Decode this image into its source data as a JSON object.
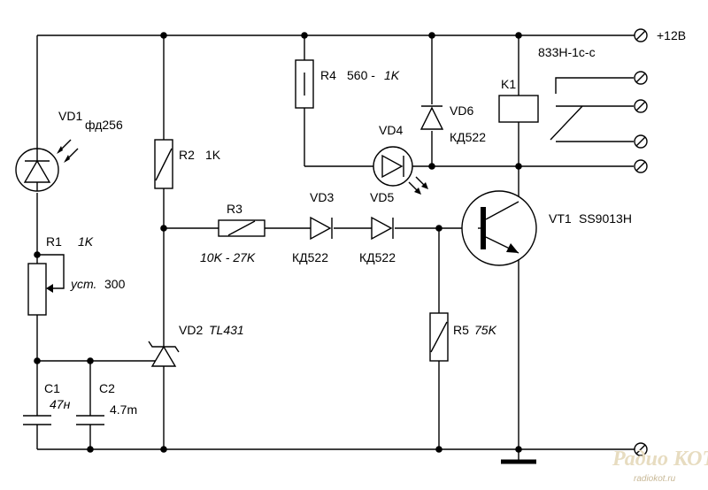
{
  "components": {
    "vd1": {
      "ref": "VD1",
      "value": "фд256"
    },
    "r1": {
      "ref": "R1",
      "value": "1K",
      "setting_prefix": "уст.",
      "setting_value": "300"
    },
    "c1": {
      "ref": "C1",
      "value": "47н"
    },
    "c2": {
      "ref": "C2",
      "value": "4.7m"
    },
    "r2": {
      "ref": "R2",
      "value": "1K"
    },
    "vd2": {
      "ref": "VD2",
      "value": "TL431"
    },
    "r3": {
      "ref": "R3",
      "value": "10K  -  27K"
    },
    "vd3": {
      "ref": "VD3",
      "value": "КД522"
    },
    "vd5": {
      "ref": "VD5",
      "value": "КД522"
    },
    "r4": {
      "ref": "R4",
      "value_a": "560 -",
      "value_b": "1K"
    },
    "vd4": {
      "ref": "VD4"
    },
    "vd6": {
      "ref": "VD6",
      "value": "КД522"
    },
    "k1": {
      "ref": "K1",
      "value": "833H-1c-c"
    },
    "vt1": {
      "ref": "VT1",
      "value": "SS9013H"
    },
    "r5": {
      "ref": "R5",
      "value": "75K"
    }
  },
  "supply": "+12В",
  "watermark": {
    "logo": "Радио КОТ",
    "url": "radiokot.ru"
  }
}
